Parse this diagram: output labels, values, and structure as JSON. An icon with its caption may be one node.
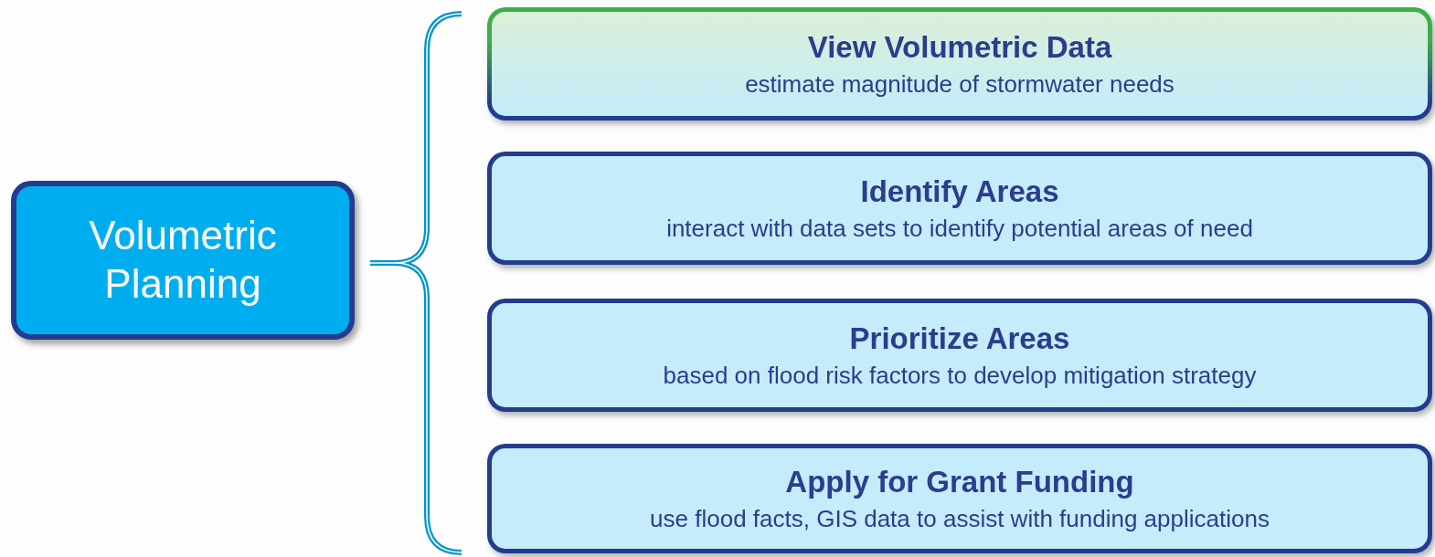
{
  "diagram": {
    "nodes": [
      {
        "text": [
          "Volumetric Planning"
        ]
      },
      {
        "text": [
          "View Volumetric Data",
          "estimate magnitude of stormwater needs"
        ]
      },
      {
        "text": [
          "Identify Areas",
          "interact with data sets to identify potential areas of need"
        ]
      },
      {
        "text": [
          "Prioritize Areas",
          "based on flood risk factors to develop mitigation strategy"
        ]
      },
      {
        "text": [
          "Apply for Grant Funding",
          "use flood facts, GIS data to assist with funding applications"
        ]
      }
    ]
  }
}
